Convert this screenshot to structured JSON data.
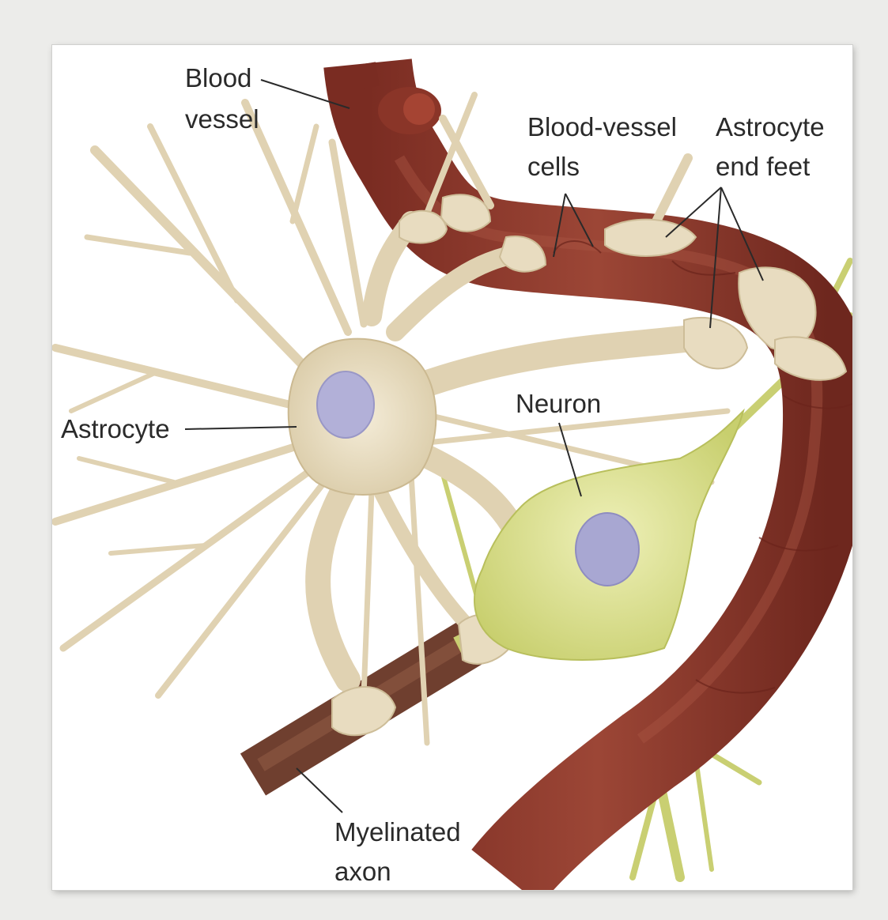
{
  "labels": {
    "blood_vessel": [
      "Blood",
      "vessel"
    ],
    "blood_vessel_cells": [
      "Blood-vessel",
      "cells"
    ],
    "astrocyte_end_feet": [
      "Astrocyte",
      "end feet"
    ],
    "astrocyte": "Astrocyte",
    "neuron": "Neuron",
    "myelinated_axon": [
      "Myelinated",
      "axon"
    ]
  },
  "colors": {
    "background": "#ececea",
    "vessel": "#8e3b2d",
    "astrocyte": "#e3d7bd",
    "neuron": "#d6dc8a",
    "nucleus": "#a8a7d2",
    "axon": "#7a4a38"
  }
}
